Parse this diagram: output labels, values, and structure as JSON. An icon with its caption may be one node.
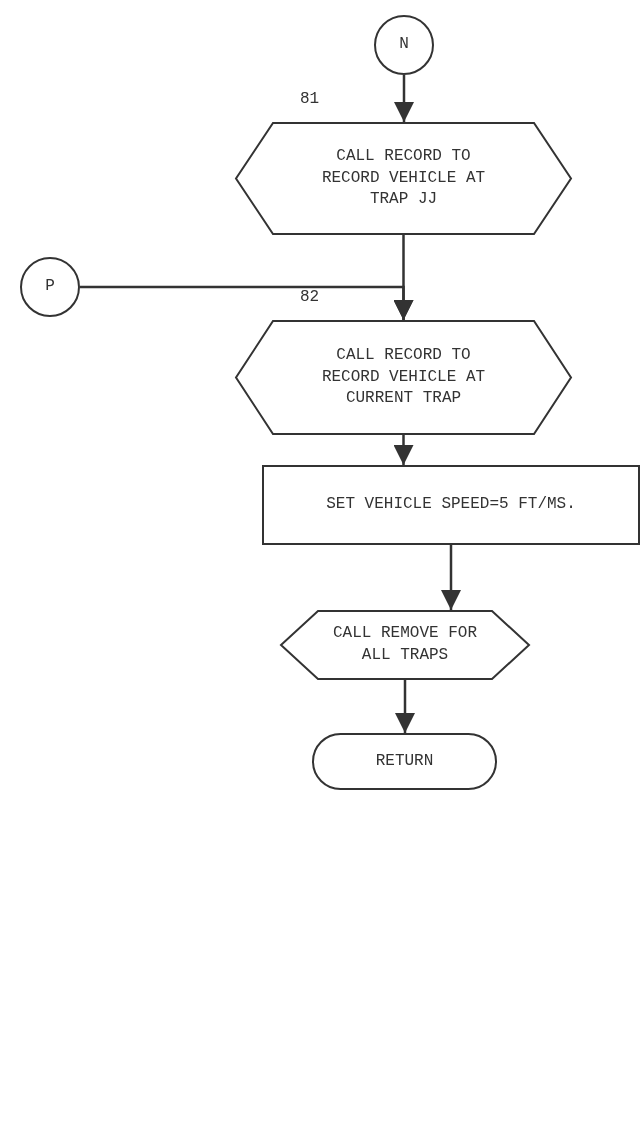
{
  "diagram": {
    "nodes": [
      {
        "text": [
          "N"
        ]
      },
      {
        "text": [
          "CALL RECORD TO RECORD VEHICLE AT TRAP JJ"
        ],
        "beside": [
          "81"
        ]
      },
      {
        "text": [
          "P"
        ]
      },
      {
        "text": [
          "CALL RECORD TO RECORD VEHICLE AT CURRENT TRAP"
        ],
        "beside": [
          "82"
        ]
      },
      {
        "text": [
          "SET VEHICLE SPEED=5 FT/MS."
        ]
      },
      {
        "text": [
          "CALL REMOVE FOR ALL TRAPS"
        ]
      },
      {
        "text": [
          "RETURN"
        ]
      }
    ],
    "edges": [
      {
        "from": 0,
        "to": 1,
        "arrow": "to"
      },
      {
        "from": 1,
        "to": 3,
        "arrow": "to"
      },
      {
        "from": 2,
        "to": 3,
        "arrow": "to"
      },
      {
        "from": 3,
        "to": 4,
        "arrow": "to"
      },
      {
        "from": 4,
        "to": 5,
        "arrow": "to"
      },
      {
        "from": 5,
        "to": 6,
        "arrow": "to"
      }
    ]
  }
}
